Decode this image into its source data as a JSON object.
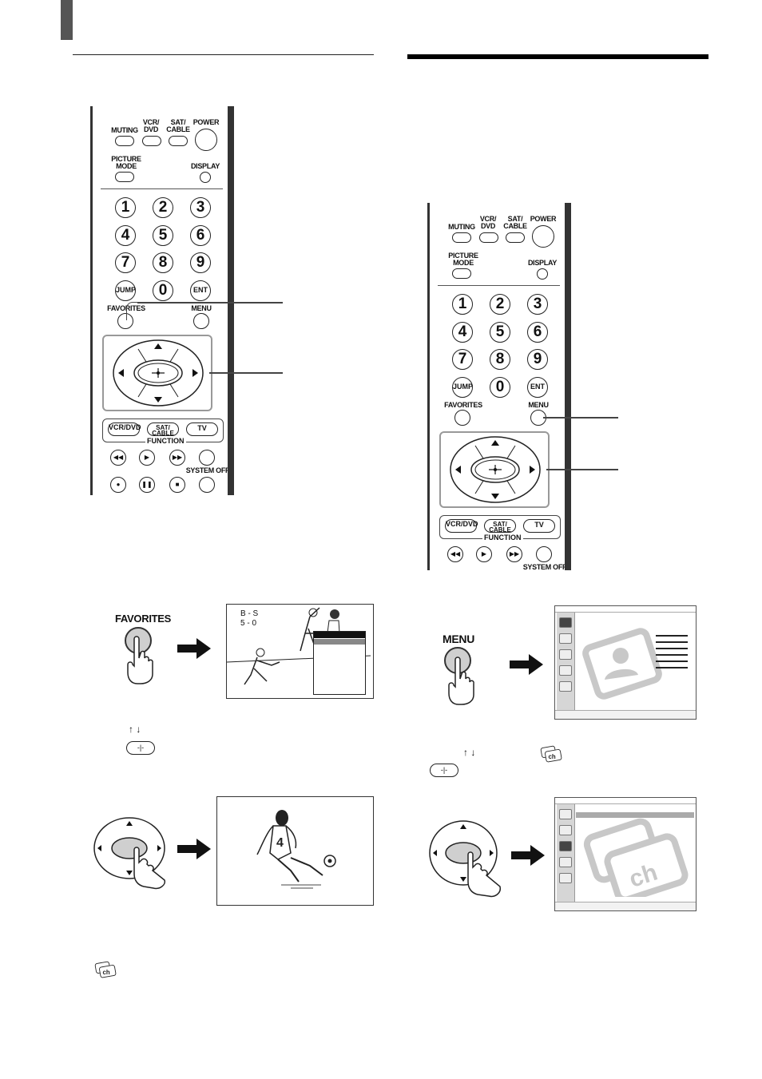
{
  "remote": {
    "muting": "MUTING",
    "vcr_dvd": "VCR/ DVD",
    "sat_cable": "SAT/ CABLE",
    "power": "POWER",
    "picture_mode": "PICTURE MODE",
    "display": "DISPLAY",
    "digits": [
      "1",
      "2",
      "3",
      "4",
      "5",
      "6",
      "7",
      "8",
      "9"
    ],
    "jump": "JUMP",
    "zero": "0",
    "ent": "ENT",
    "favorites": "FAVORITES",
    "menu": "MENU",
    "fn_vcr_dvd": "VCR/DVD",
    "fn_sat_cable": "SAT/ CABLE",
    "fn_tv": "TV",
    "function": "FUNCTION",
    "system_off": "SYSTEM OFF"
  },
  "favorites_step": {
    "button_label": "FAVORITES",
    "score_line1": "B - S",
    "score_line2": "5 - 0"
  },
  "menu_step": {
    "button_label": "MENU"
  },
  "icons": {
    "up_down_arrows": "↑ ↓",
    "select_button": "select-button-icon",
    "channel": "ch"
  }
}
